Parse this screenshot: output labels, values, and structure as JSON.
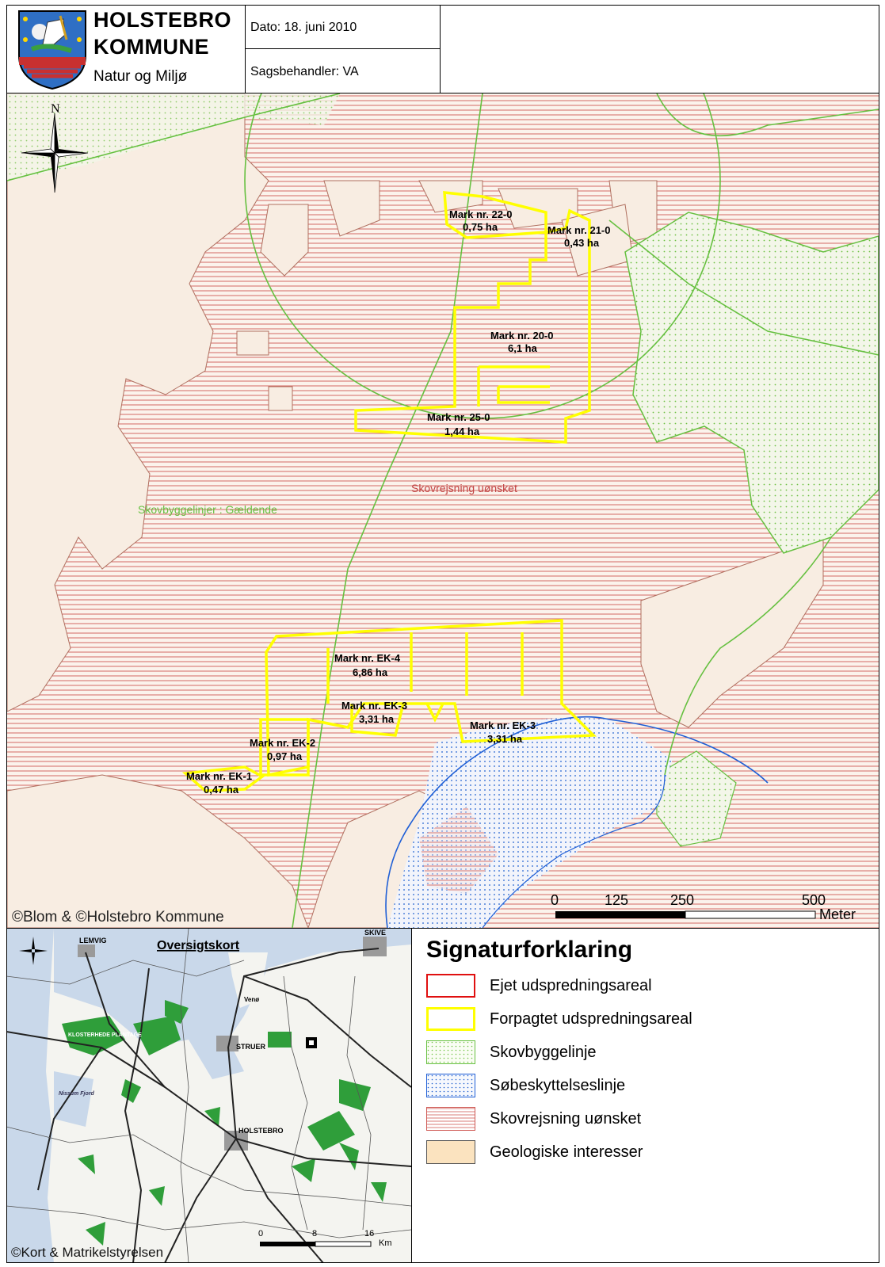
{
  "header": {
    "org_line1": "HOLSTEBRO",
    "org_line2": "KOMMUNE",
    "org_line3": "Natur og Miljø",
    "date": "Dato: 18. juni 2010",
    "case_officer": "Sagsbehandler: VA"
  },
  "map": {
    "north_label": "N",
    "copyright": "©Blom & ©Holstebro Kommune",
    "area_label_skovrejsning": "Skovrejsning uønsket",
    "area_label_skovbyggelinjer": "Skovbyggelinjer : Gældende",
    "fields": [
      {
        "name": "Mark nr. 22-0",
        "area": "0,75 ha"
      },
      {
        "name": "Mark nr. 21-0",
        "area": "0,43 ha"
      },
      {
        "name": "Mark nr. 20-0",
        "area": "6,1 ha"
      },
      {
        "name": "Mark nr. 25-0",
        "area": "1,44 ha"
      },
      {
        "name": "Mark nr. EK-4",
        "area": "6,86 ha"
      },
      {
        "name": "Mark nr. EK-3",
        "area": "3,31 ha"
      },
      {
        "name": "Mark nr. EK-3",
        "area": "3,31 ha"
      },
      {
        "name": "Mark nr. EK-2",
        "area": "0,97 ha"
      },
      {
        "name": "Mark nr. EK-1",
        "area": "0,47 ha"
      }
    ],
    "scale": {
      "ticks": [
        "0",
        "125",
        "250",
        "500"
      ],
      "unit": "Meter"
    },
    "colors": {
      "field_outline": "#ffff00",
      "skovbyggelinje": "#66cc33",
      "sobeskyttelse": "#1f5fd6",
      "skovrejsning": "#d05050",
      "geologi": "#f6ead8"
    }
  },
  "overview": {
    "title": "Oversigtskort",
    "copyright": "©Kort & Matrikelstyrelsen",
    "scale_ticks": [
      "0",
      "8",
      "16"
    ],
    "scale_unit": "Km",
    "towns": [
      "LEMVIG",
      "STRUER",
      "HOLSTEBRO",
      "SKIVE",
      "KLOSTERHEDE PLANTAGE",
      "Venø",
      "Nissum Fjord"
    ]
  },
  "legend": {
    "title": "Signaturforklaring",
    "items": [
      {
        "label": "Ejet udspredningsareal",
        "icon": "red-outline-swatch"
      },
      {
        "label": "Forpagtet udspredningsareal",
        "icon": "yellow-outline-swatch"
      },
      {
        "label": "Skovbyggelinje",
        "icon": "green-dot-swatch"
      },
      {
        "label": "Søbeskyttelseslinje",
        "icon": "blue-dot-swatch"
      },
      {
        "label": "Skovrejsning uønsket",
        "icon": "red-hatch-swatch"
      },
      {
        "label": "Geologiske interesser",
        "icon": "tan-fill-swatch"
      }
    ]
  }
}
